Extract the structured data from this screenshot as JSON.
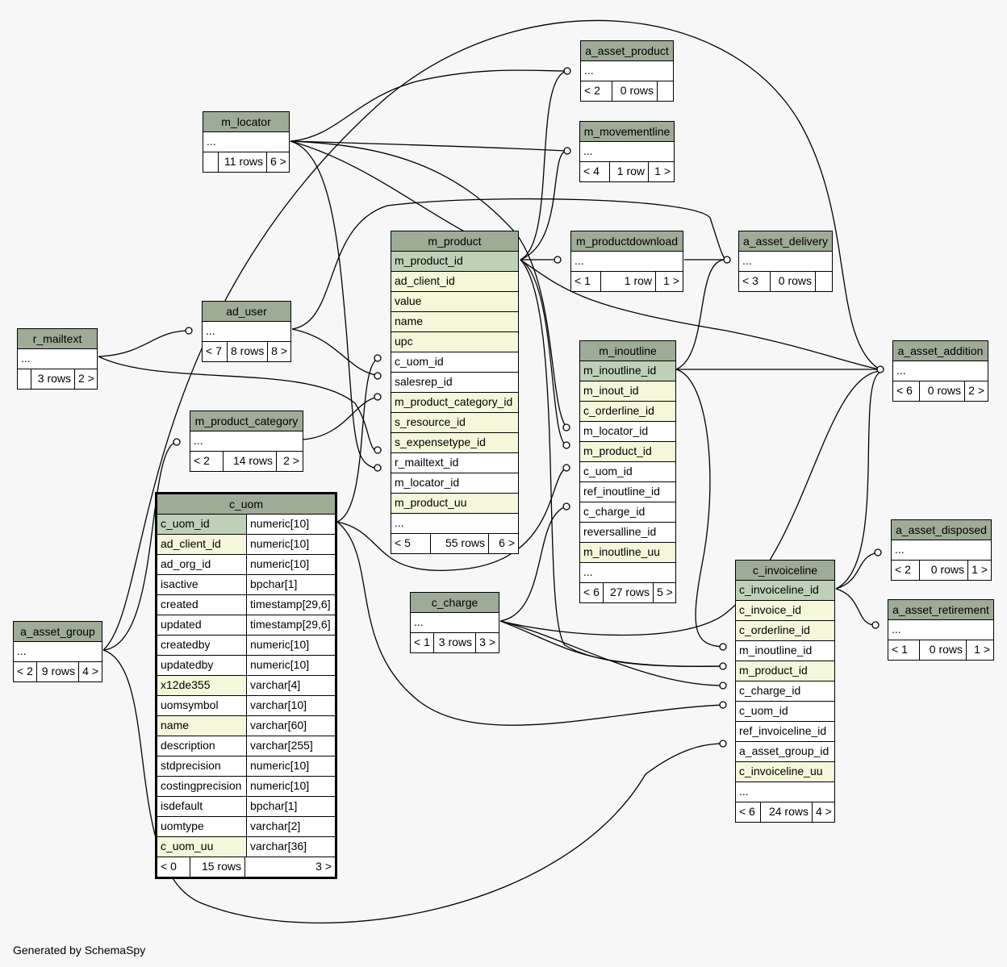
{
  "footer": "Generated by SchemaSpy",
  "colors": {
    "header": "#9eab96",
    "primary_key": "#bed1b8",
    "indexed": "#f4f7da",
    "background": "#f7f7f7"
  },
  "tables": {
    "a_asset_product": {
      "name": "a_asset_product",
      "rows": [
        {
          "cols": [
            "..."
          ],
          "kind": ""
        }
      ],
      "footer": [
        "< 2",
        "0 rows",
        ""
      ]
    },
    "m_movementline": {
      "name": "m_movementline",
      "rows": [
        {
          "cols": [
            "..."
          ],
          "kind": ""
        }
      ],
      "footer": [
        "< 4",
        "1 row",
        "1 >"
      ]
    },
    "m_locator": {
      "name": "m_locator",
      "rows": [
        {
          "cols": [
            "..."
          ],
          "kind": ""
        }
      ],
      "footer": [
        "",
        "11 rows",
        "6 >"
      ]
    },
    "m_productdownload": {
      "name": "m_productdownload",
      "rows": [
        {
          "cols": [
            "..."
          ],
          "kind": ""
        }
      ],
      "footer": [
        "< 1",
        "1 row",
        "1 >"
      ]
    },
    "a_asset_delivery": {
      "name": "a_asset_delivery",
      "rows": [
        {
          "cols": [
            "..."
          ],
          "kind": ""
        }
      ],
      "footer": [
        "< 3",
        "0 rows",
        ""
      ]
    },
    "m_product": {
      "name": "m_product",
      "rows": [
        {
          "cols": [
            "m_product_id"
          ],
          "kind": "pk"
        },
        {
          "cols": [
            "ad_client_id"
          ],
          "kind": "idx"
        },
        {
          "cols": [
            "value"
          ],
          "kind": "idx"
        },
        {
          "cols": [
            "name"
          ],
          "kind": "idx"
        },
        {
          "cols": [
            "upc"
          ],
          "kind": "idx"
        },
        {
          "cols": [
            "c_uom_id"
          ],
          "kind": ""
        },
        {
          "cols": [
            "salesrep_id"
          ],
          "kind": ""
        },
        {
          "cols": [
            "m_product_category_id"
          ],
          "kind": "idx"
        },
        {
          "cols": [
            "s_resource_id"
          ],
          "kind": "idx"
        },
        {
          "cols": [
            "s_expensetype_id"
          ],
          "kind": "idx"
        },
        {
          "cols": [
            "r_mailtext_id"
          ],
          "kind": ""
        },
        {
          "cols": [
            "m_locator_id"
          ],
          "kind": ""
        },
        {
          "cols": [
            "m_product_uu"
          ],
          "kind": "idx"
        },
        {
          "cols": [
            "..."
          ],
          "kind": ""
        }
      ],
      "footer": [
        "< 5",
        "55 rows",
        "6 >"
      ]
    },
    "ad_user": {
      "name": "ad_user",
      "rows": [
        {
          "cols": [
            "..."
          ],
          "kind": ""
        }
      ],
      "footer": [
        "< 7",
        "8 rows",
        "8 >"
      ]
    },
    "r_mailtext": {
      "name": "r_mailtext",
      "rows": [
        {
          "cols": [
            "..."
          ],
          "kind": ""
        }
      ],
      "footer": [
        "",
        "3 rows",
        "2 >"
      ]
    },
    "m_inoutline": {
      "name": "m_inoutline",
      "rows": [
        {
          "cols": [
            "m_inoutline_id"
          ],
          "kind": "pk"
        },
        {
          "cols": [
            "m_inout_id"
          ],
          "kind": "idx"
        },
        {
          "cols": [
            "c_orderline_id"
          ],
          "kind": "idx"
        },
        {
          "cols": [
            "m_locator_id"
          ],
          "kind": ""
        },
        {
          "cols": [
            "m_product_id"
          ],
          "kind": "idx"
        },
        {
          "cols": [
            "c_uom_id"
          ],
          "kind": ""
        },
        {
          "cols": [
            "ref_inoutline_id"
          ],
          "kind": ""
        },
        {
          "cols": [
            "c_charge_id"
          ],
          "kind": ""
        },
        {
          "cols": [
            "reversalline_id"
          ],
          "kind": ""
        },
        {
          "cols": [
            "m_inoutline_uu"
          ],
          "kind": "idx"
        },
        {
          "cols": [
            "..."
          ],
          "kind": ""
        }
      ],
      "footer": [
        "< 6",
        "27 rows",
        "5 >"
      ]
    },
    "a_asset_addition": {
      "name": "a_asset_addition",
      "rows": [
        {
          "cols": [
            "..."
          ],
          "kind": ""
        }
      ],
      "footer": [
        "< 6",
        "0 rows",
        "2 >"
      ]
    },
    "m_product_category": {
      "name": "m_product_category",
      "rows": [
        {
          "cols": [
            "..."
          ],
          "kind": ""
        }
      ],
      "footer": [
        "< 2",
        "14 rows",
        "2 >"
      ]
    },
    "c_uom": {
      "name": "c_uom",
      "rows": [
        {
          "cols": [
            "c_uom_id",
            "numeric[10]"
          ],
          "kind": "pk"
        },
        {
          "cols": [
            "ad_client_id",
            "numeric[10]"
          ],
          "kind": "idx"
        },
        {
          "cols": [
            "ad_org_id",
            "numeric[10]"
          ],
          "kind": ""
        },
        {
          "cols": [
            "isactive",
            "bpchar[1]"
          ],
          "kind": ""
        },
        {
          "cols": [
            "created",
            "timestamp[29,6]"
          ],
          "kind": ""
        },
        {
          "cols": [
            "updated",
            "timestamp[29,6]"
          ],
          "kind": ""
        },
        {
          "cols": [
            "createdby",
            "numeric[10]"
          ],
          "kind": ""
        },
        {
          "cols": [
            "updatedby",
            "numeric[10]"
          ],
          "kind": ""
        },
        {
          "cols": [
            "x12de355",
            "varchar[4]"
          ],
          "kind": "idx"
        },
        {
          "cols": [
            "uomsymbol",
            "varchar[10]"
          ],
          "kind": ""
        },
        {
          "cols": [
            "name",
            "varchar[60]"
          ],
          "kind": "idx"
        },
        {
          "cols": [
            "description",
            "varchar[255]"
          ],
          "kind": ""
        },
        {
          "cols": [
            "stdprecision",
            "numeric[10]"
          ],
          "kind": ""
        },
        {
          "cols": [
            "costingprecision",
            "numeric[10]"
          ],
          "kind": ""
        },
        {
          "cols": [
            "isdefault",
            "bpchar[1]"
          ],
          "kind": ""
        },
        {
          "cols": [
            "uomtype",
            "varchar[2]"
          ],
          "kind": ""
        },
        {
          "cols": [
            "c_uom_uu",
            "varchar[36]"
          ],
          "kind": "idx"
        }
      ],
      "footer": [
        "< 0",
        "15 rows",
        "3 >"
      ]
    },
    "a_asset_disposed": {
      "name": "a_asset_disposed",
      "rows": [
        {
          "cols": [
            "..."
          ],
          "kind": ""
        }
      ],
      "footer": [
        "< 2",
        "0 rows",
        "1 >"
      ]
    },
    "c_invoiceline": {
      "name": "c_invoiceline",
      "rows": [
        {
          "cols": [
            "c_invoiceline_id"
          ],
          "kind": "pk"
        },
        {
          "cols": [
            "c_invoice_id"
          ],
          "kind": "idx"
        },
        {
          "cols": [
            "c_orderline_id"
          ],
          "kind": "idx"
        },
        {
          "cols": [
            "m_inoutline_id"
          ],
          "kind": ""
        },
        {
          "cols": [
            "m_product_id"
          ],
          "kind": "idx"
        },
        {
          "cols": [
            "c_charge_id"
          ],
          "kind": ""
        },
        {
          "cols": [
            "c_uom_id"
          ],
          "kind": ""
        },
        {
          "cols": [
            "ref_invoiceline_id"
          ],
          "kind": ""
        },
        {
          "cols": [
            "a_asset_group_id"
          ],
          "kind": ""
        },
        {
          "cols": [
            "c_invoiceline_uu"
          ],
          "kind": "idx"
        },
        {
          "cols": [
            "..."
          ],
          "kind": ""
        }
      ],
      "footer": [
        "< 6",
        "24 rows",
        "4 >"
      ]
    },
    "a_asset_retirement": {
      "name": "a_asset_retirement",
      "rows": [
        {
          "cols": [
            "..."
          ],
          "kind": ""
        }
      ],
      "footer": [
        "< 1",
        "0 rows",
        "1 >"
      ]
    },
    "c_charge": {
      "name": "c_charge",
      "rows": [
        {
          "cols": [
            "..."
          ],
          "kind": ""
        }
      ],
      "footer": [
        "< 1",
        "3 rows",
        "3 >"
      ]
    },
    "a_asset_group": {
      "name": "a_asset_group",
      "rows": [
        {
          "cols": [
            "..."
          ],
          "kind": ""
        }
      ],
      "footer": [
        "< 2",
        "9 rows",
        "4 >"
      ]
    }
  }
}
